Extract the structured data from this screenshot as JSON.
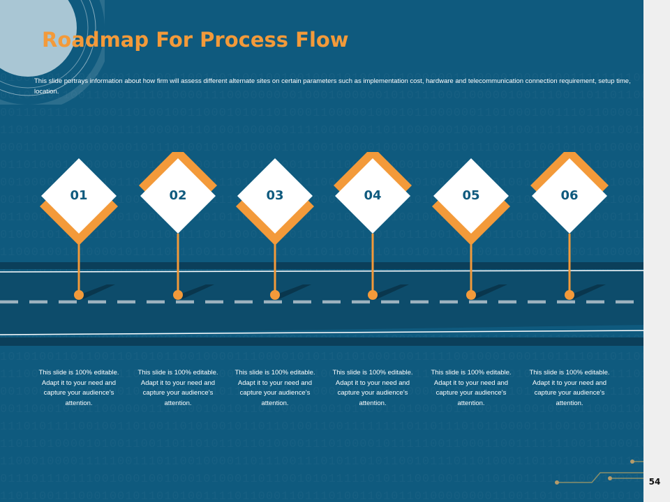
{
  "slide": {
    "title": "Roadmap For Process Flow",
    "description": "This slide portrays information about how firm will assess different alternate sites on certain parameters such as implementation cost, hardware and telecommunication connection requirement, setup time, location.",
    "page_number": "54"
  },
  "milestones": [
    {
      "label": "01",
      "arrow": "down",
      "caption": "This slide is 100% editable. Adapt it to your need and capture your audience’s attention."
    },
    {
      "label": "02",
      "arrow": "up",
      "caption": "This slide is 100% editable. Adapt it to your need and capture your audience’s attention."
    },
    {
      "label": "03",
      "arrow": "down",
      "caption": "This slide is 100% editable. Adapt it to your need and capture your audience’s attention."
    },
    {
      "label": "04",
      "arrow": "up",
      "caption": "This slide is 100% editable. Adapt it to your need and capture your audience’s attention."
    },
    {
      "label": "05",
      "arrow": "down",
      "caption": "This slide is 100% editable. Adapt it to your need and capture your audience’s attention."
    },
    {
      "label": "06",
      "arrow": "up",
      "caption": "This slide is 100% editable. Adapt it to your need and capture your audience’s attention."
    }
  ],
  "colors": {
    "background": "#0f5a7e",
    "accent": "#f39a3a",
    "road": "#0d4c6b",
    "road_edge": "#0b3f5a",
    "dash": "#9db2bf",
    "white": "#ffffff"
  }
}
